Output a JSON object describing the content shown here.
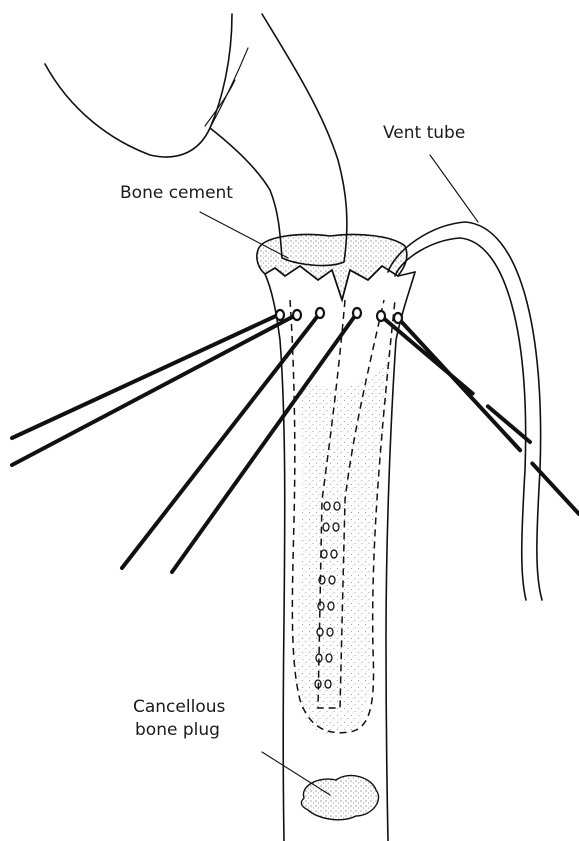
{
  "labels": {
    "vent_tube": "Vent tube",
    "bone_cement": "Bone cement",
    "plug_line1": "Cancellous",
    "plug_line2": "bone plug"
  },
  "colors": {
    "ink": "#111111",
    "stipple": "#8a8a8a",
    "background": "#ffffff"
  }
}
